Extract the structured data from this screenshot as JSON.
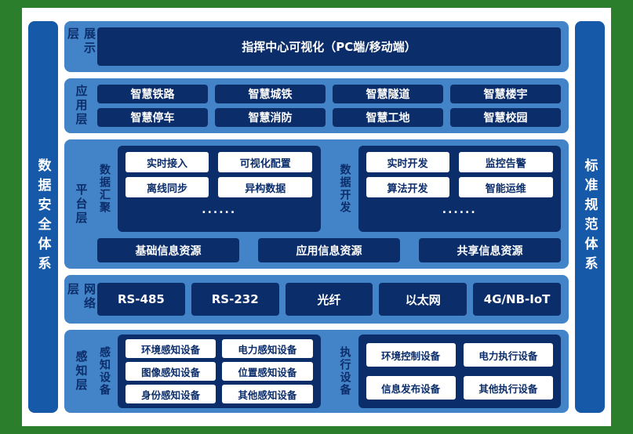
{
  "sidebars": {
    "left": "数据安全体系",
    "right": "标准规范体系"
  },
  "layers": {
    "presentation": {
      "label": "展示层",
      "box": "指挥中心可视化（PC端/移动端）"
    },
    "application": {
      "label": "应用层",
      "items": [
        "智慧铁路",
        "智慧城铁",
        "智慧隧道",
        "智慧楼宇",
        "智慧停车",
        "智慧消防",
        "智慧工地",
        "智慧校园"
      ]
    },
    "platform": {
      "label": "平台层",
      "groups": [
        {
          "label": "数据汇聚",
          "items": [
            "实时接入",
            "可视化配置",
            "离线同步",
            "异构数据"
          ],
          "more": "......"
        },
        {
          "label": "数据开发",
          "items": [
            "实时开发",
            "监控告警",
            "算法开发",
            "智能运维"
          ],
          "more": "......"
        }
      ],
      "resources": [
        "基础信息资源",
        "应用信息资源",
        "共享信息资源"
      ]
    },
    "network": {
      "label": "网络层",
      "items": [
        "RS-485",
        "RS-232",
        "光纤",
        "以太网",
        "4G/NB-IoT"
      ]
    },
    "perception": {
      "label": "感知层",
      "groups": [
        {
          "label": "感知设备",
          "items": [
            "环境感知设备",
            "电力感知设备",
            "图像感知设备",
            "位置感知设备",
            "身份感知设备",
            "其他感知设备"
          ]
        },
        {
          "label": "执行设备",
          "items": [
            "环境控制设备",
            "电力执行设备",
            "信息发布设备",
            "其他执行设备"
          ]
        }
      ]
    }
  },
  "colors": {
    "frame_green": "#2b7e2b",
    "pillar_blue": "#1659a8",
    "layer_blue": "#4384c8",
    "box_navy": "#0b2d6a",
    "box_white": "#ffffff"
  }
}
